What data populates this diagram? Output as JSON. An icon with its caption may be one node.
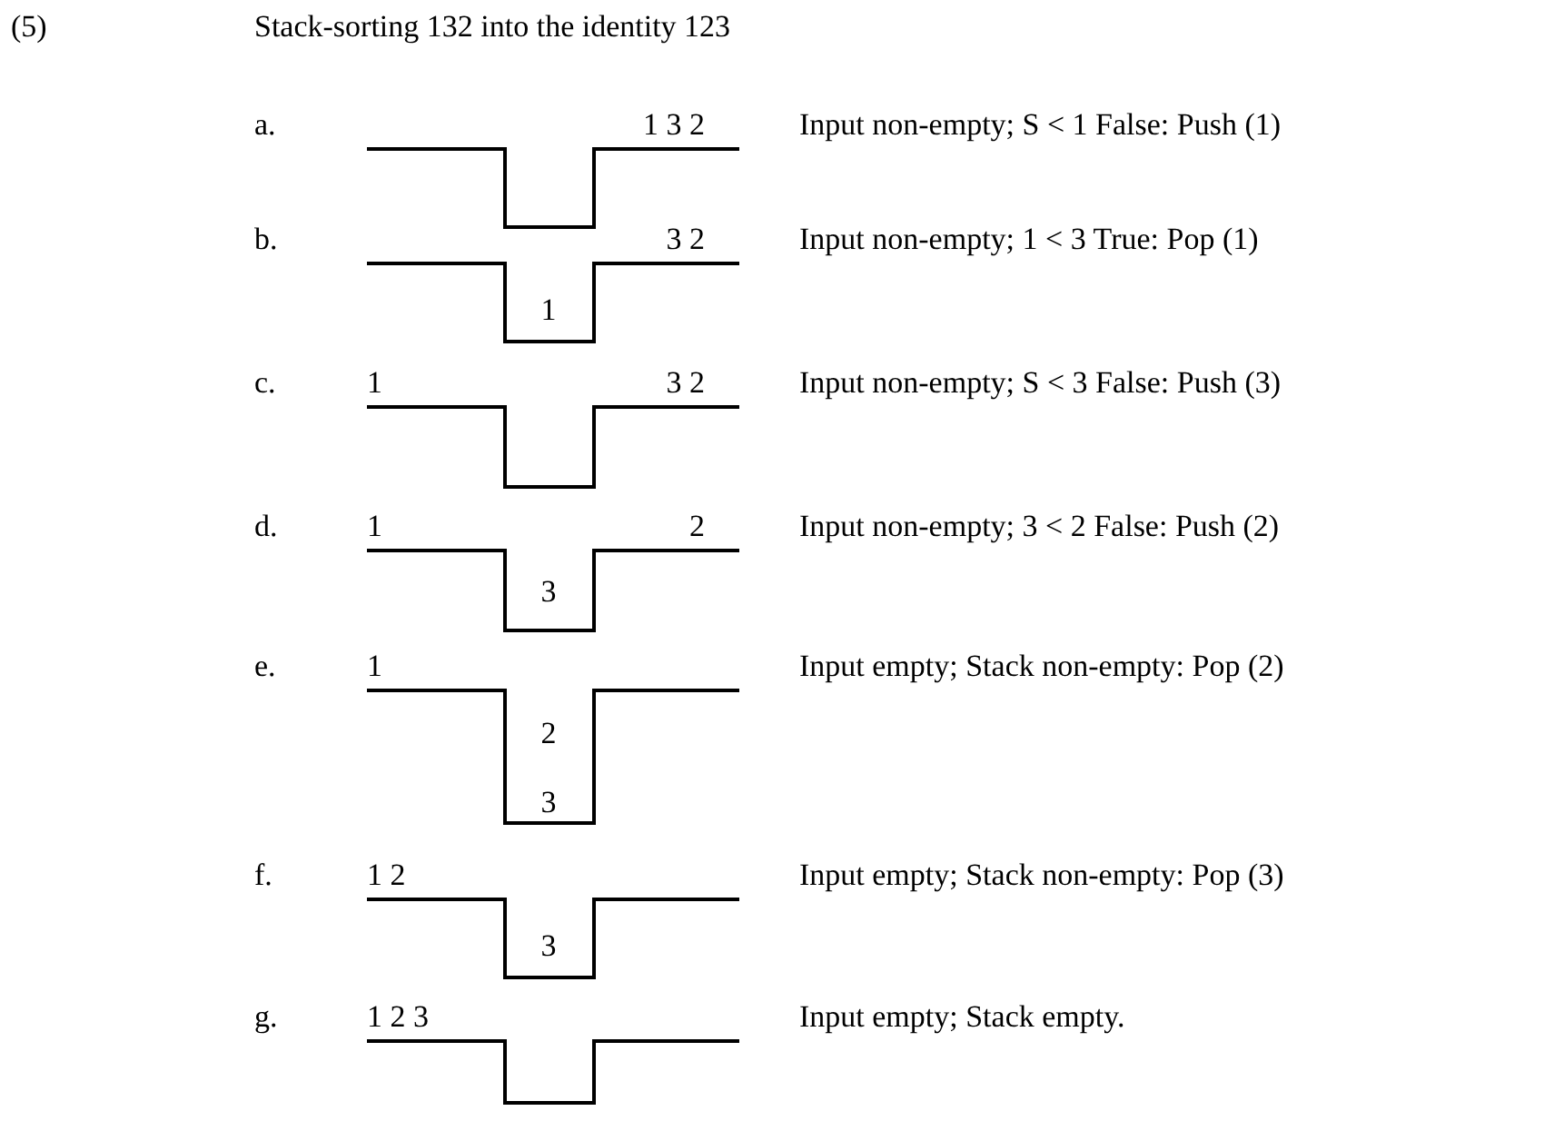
{
  "diagram": {
    "title": "Stack-sorting 132 into the identity 123",
    "labels": [
      "(5)",
      "a.",
      "1 3 2",
      "Input non-empty; S < 1 False: Push (1)",
      "b.",
      "3 2",
      "Input non-empty; 1 < 3 True: Pop (1)",
      "1",
      "c.",
      "1",
      "3 2",
      "Input non-empty; S < 3 False: Push (3)",
      "d.",
      "1",
      "2",
      "Input non-empty; 3 < 2 False: Push (2)",
      "3",
      "e.",
      "1",
      "Input empty; Stack non-empty: Pop (2)",
      "2",
      "3",
      "f.",
      "1 2",
      "Input empty; Stack non-empty: Pop (3)",
      "3",
      "g.",
      "1 2 3",
      "Input empty; Stack empty."
    ]
  }
}
